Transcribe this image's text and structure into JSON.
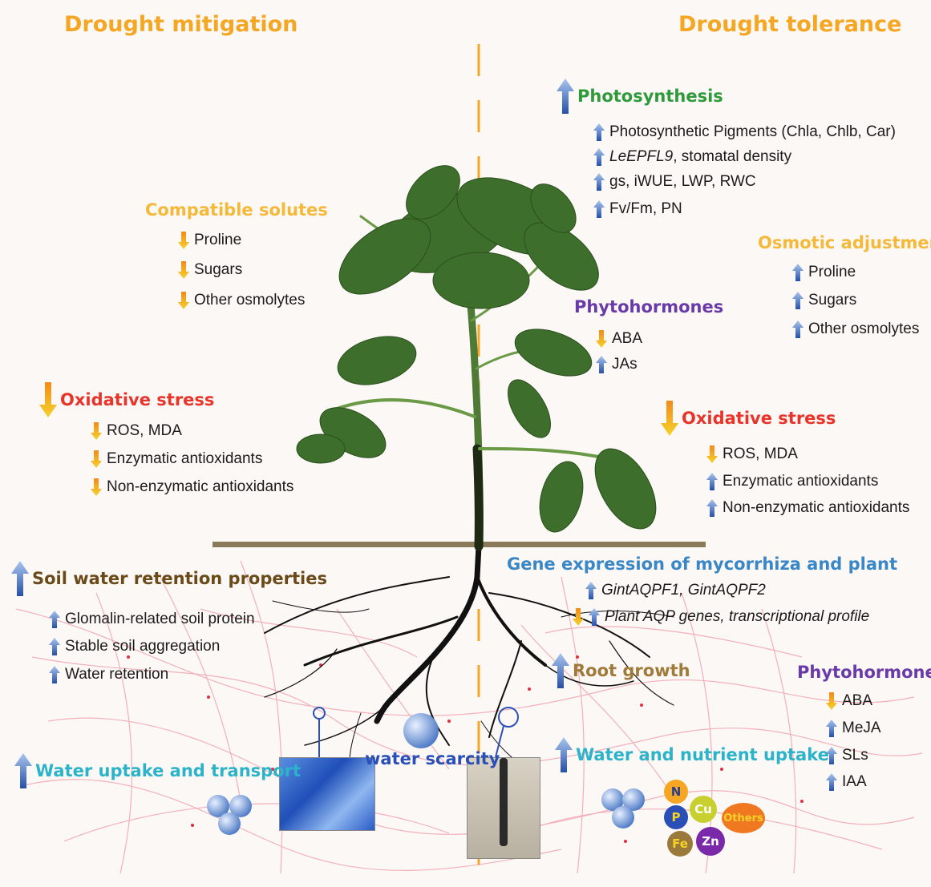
{
  "headers": {
    "left": "Drought mitigation",
    "right": "Drought tolerance"
  },
  "photosynthesis": {
    "title": "Photosynthesis",
    "items": [
      {
        "text": "Photosynthetic Pigments (Chla, Chlb, Car)",
        "dir": "up"
      },
      {
        "text_italic": "LeEPFL9",
        "text": ", stomatal density",
        "dir": "up"
      },
      {
        "text": "gs, iWUE, LWP, RWC",
        "dir": "up"
      },
      {
        "text": "Fv/Fm, PN",
        "dir": "up"
      }
    ]
  },
  "compatible_solutes": {
    "title": "Compatible solutes",
    "items": [
      {
        "text": "Proline",
        "dir": "down"
      },
      {
        "text": "Sugars",
        "dir": "down"
      },
      {
        "text": "Other osmolytes",
        "dir": "down"
      }
    ]
  },
  "osmotic_adjustment": {
    "title": "Osmotic adjustment",
    "items": [
      {
        "text": "Proline",
        "dir": "up"
      },
      {
        "text": "Sugars",
        "dir": "up"
      },
      {
        "text": "Other osmolytes",
        "dir": "up"
      }
    ]
  },
  "phytohormones_shoot": {
    "title": "Phytohormones",
    "items": [
      {
        "text": "ABA",
        "dir": "down"
      },
      {
        "text": "JAs",
        "dir": "up"
      }
    ]
  },
  "oxidative_left": {
    "title": "Oxidative stress",
    "items": [
      {
        "text": "ROS, MDA",
        "dir": "down"
      },
      {
        "text": "Enzymatic antioxidants",
        "dir": "down"
      },
      {
        "text": "Non-enzymatic antioxidants",
        "dir": "down"
      }
    ]
  },
  "oxidative_right": {
    "title": "Oxidative stress",
    "items": [
      {
        "text": "ROS, MDA",
        "dir": "down"
      },
      {
        "text": "Enzymatic antioxidants",
        "dir": "up"
      },
      {
        "text": "Non-enzymatic antioxidants",
        "dir": "up"
      }
    ]
  },
  "soil_water": {
    "title": "Soil water retention properties",
    "items": [
      {
        "text": "Glomalin-related soil protein",
        "dir": "up"
      },
      {
        "text": "Stable soil aggregation",
        "dir": "up"
      },
      {
        "text": "Water retention",
        "dir": "up"
      }
    ]
  },
  "gene_expression": {
    "title": "Gene expression of mycorrhiza and plant",
    "items": [
      {
        "text": "GintAQPF1, GintAQPF2",
        "dir": "up"
      },
      {
        "text": "Plant AQP genes, transcriptional profile",
        "dir": "both"
      }
    ]
  },
  "root_growth": {
    "title": "Root growth"
  },
  "phytohormones_root": {
    "title": "Phytohormones",
    "items": [
      {
        "text": "ABA",
        "dir": "down"
      },
      {
        "text": "MeJA",
        "dir": "up"
      },
      {
        "text": "SLs",
        "dir": "up"
      },
      {
        "text": "IAA",
        "dir": "up"
      }
    ]
  },
  "water_uptake": {
    "title": "Water uptake and transport"
  },
  "water_scarcity": {
    "title": "water scarcity"
  },
  "nutrient_uptake": {
    "title": "Water and nutrient uptake"
  },
  "nutrients": [
    "N",
    "P",
    "Cu",
    "Others",
    "Fe",
    "Zn"
  ],
  "colors": {
    "header": "#f5a623",
    "photosynthesis": "#2e9a3c",
    "solutes": "#f5b93a",
    "phytohormones": "#6a3ba8",
    "oxidative": "#e8342a",
    "soil": "#6b4a1a",
    "gene": "#3a87c8",
    "water": "#2bb3c9",
    "up_arrow": "#3a6fc4",
    "down_arrow": "#f0a020"
  }
}
